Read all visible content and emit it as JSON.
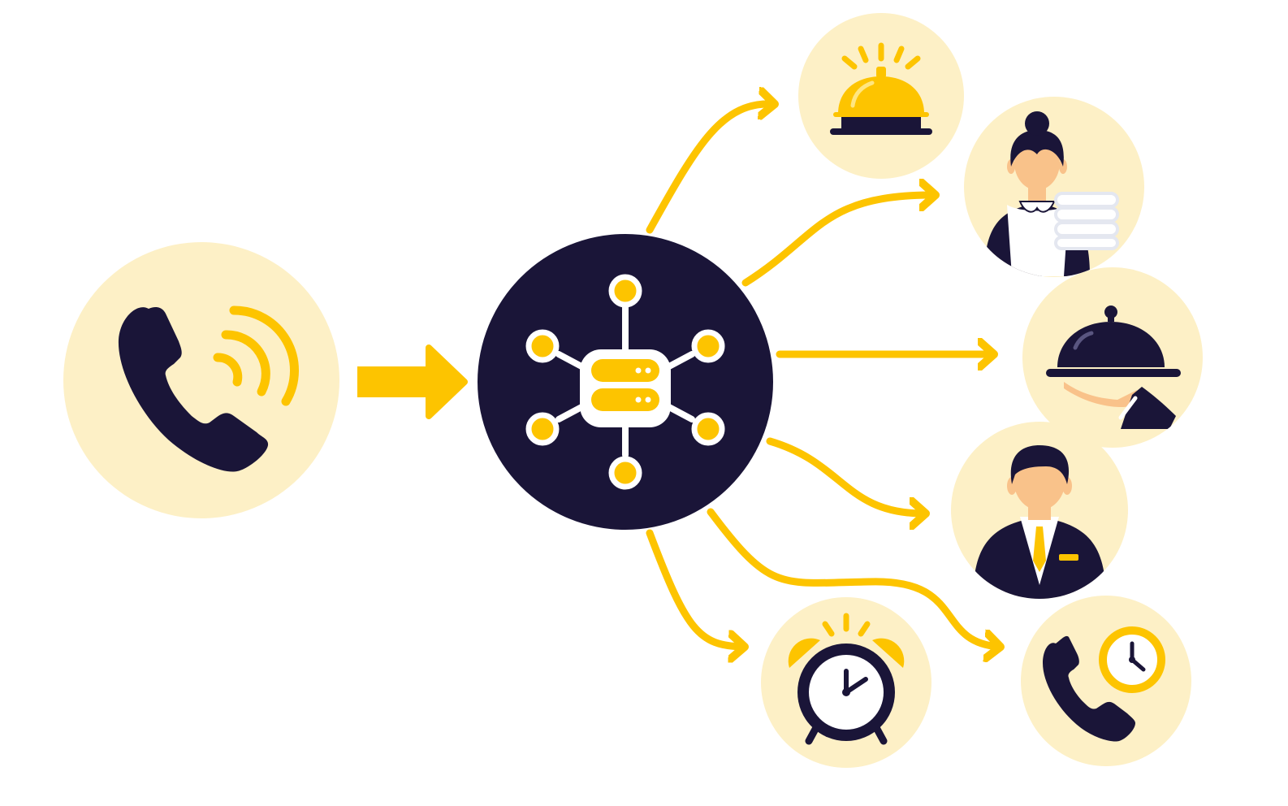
{
  "colors": {
    "accent": "#fdc400",
    "navy": "#1a1538",
    "bubble": "#fdf0c6",
    "skin": "#f9c28a",
    "white": "#ffffff",
    "linen": "#e4e7f0"
  },
  "nodes": {
    "source": {
      "icon": "incoming-call-icon"
    },
    "hub": {
      "icon": "call-routing-server-icon"
    },
    "destinations": [
      {
        "id": "front-desk",
        "icon": "service-bell-icon"
      },
      {
        "id": "housekeeping",
        "icon": "housekeeper-with-towels-icon"
      },
      {
        "id": "room-service",
        "icon": "room-service-cloche-icon"
      },
      {
        "id": "concierge",
        "icon": "concierge-staff-icon"
      },
      {
        "id": "wake-up-call",
        "icon": "alarm-clock-icon"
      },
      {
        "id": "scheduled-callback",
        "icon": "phone-with-clock-icon"
      }
    ]
  }
}
